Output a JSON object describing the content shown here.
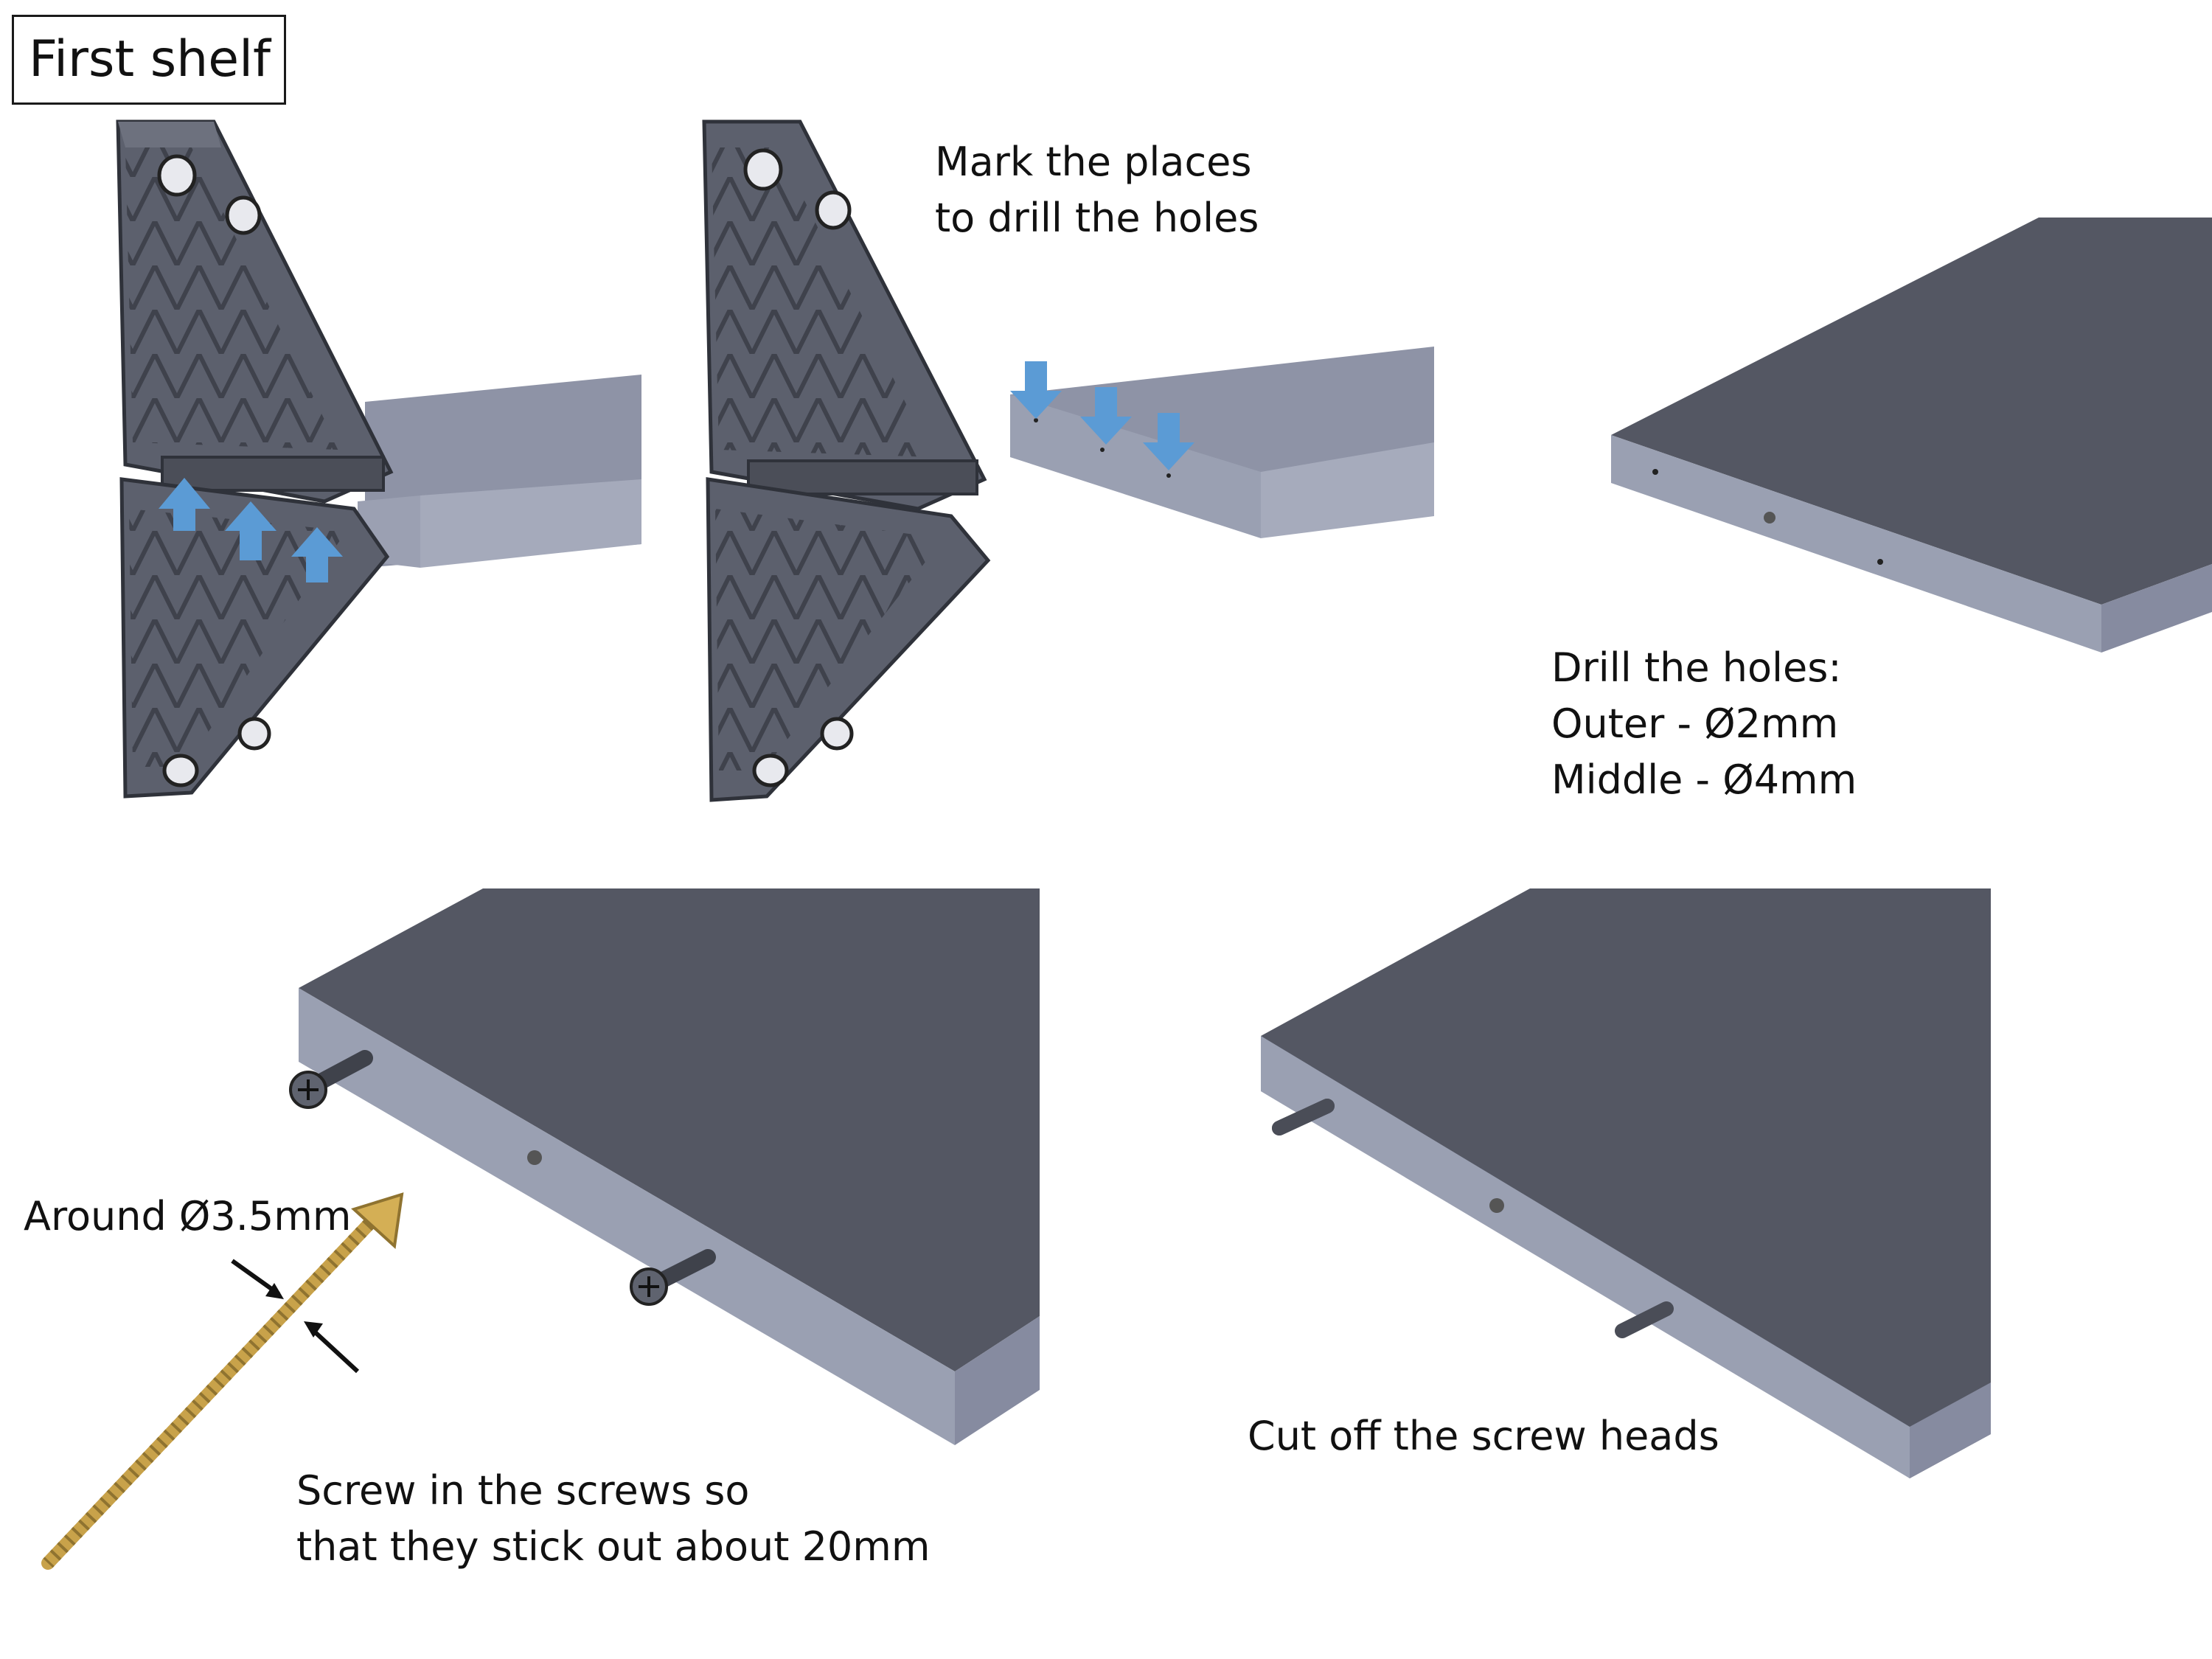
{
  "title": "First shelf",
  "steps": {
    "mark": {
      "line1": "Mark the places",
      "line2": "to drill the holes"
    },
    "drill": {
      "line1": "Drill the holes:",
      "line2": "Outer - Ø2mm",
      "line3": "Middle - Ø4mm"
    },
    "screw_size": "Around Ø3.5mm",
    "screw_in": {
      "line1": "Screw in the screws so",
      "line2": "that they stick out about 20mm"
    },
    "cut": "Cut off the screw heads"
  },
  "colors": {
    "bracket": "#5a5e6b",
    "bracket_dark": "#3e414b",
    "board_top": "#545763",
    "board_edge": "#8a8fa2",
    "board_front": "#9a9fb1",
    "arrow": "#5b9bd5",
    "screw": "#c8a24a"
  },
  "icons": [
    "up-arrow-icon",
    "down-arrow-icon",
    "screw-icon",
    "pointer-arrow-icon"
  ]
}
